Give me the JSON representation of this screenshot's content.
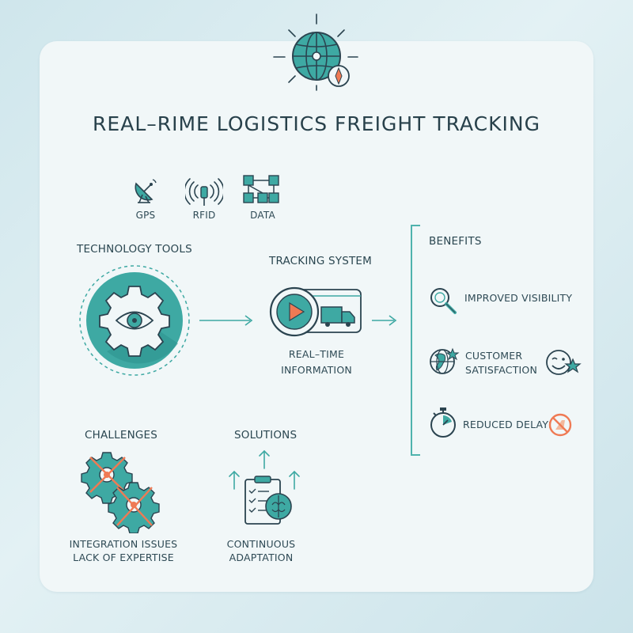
{
  "title": "REAL–RIME LOGISTICS FREIGHT TRACKING",
  "tech": {
    "items": [
      {
        "label": "GPS",
        "icon": "satellite-dish-icon"
      },
      {
        "label": "RFID",
        "icon": "rfid-signal-icon"
      },
      {
        "label": "DATA",
        "icon": "data-network-icon"
      }
    ],
    "heading": "TECHNOLOGY TOOLS"
  },
  "tracking": {
    "heading": "TRACKING SYSTEM",
    "caption_line1": "REAL–TIME",
    "caption_line2": "INFORMATION"
  },
  "benefits": {
    "heading": "BENEFITS",
    "items": [
      {
        "label": "IMPROVED VISIBILITY",
        "icon": "magnifier-icon"
      },
      {
        "label_line1": "CUSTOMER",
        "label_line2": "SATISFACTION",
        "icon": "globe-star-icon",
        "extra_icon": "smiley-star-icon"
      },
      {
        "label": "REDUCED DELAYS",
        "icon": "stopwatch-icon",
        "extra_icon": "no-delay-icon"
      }
    ]
  },
  "challenges": {
    "heading": "CHALLENGES",
    "line1": "INTEGRATION ISSUES",
    "line2": "LACK OF EXPERTISE"
  },
  "solutions": {
    "heading": "SOLUTIONS",
    "line1": "CONTINUOUS",
    "line2": "ADAPTATION"
  },
  "colors": {
    "teal": "#3ea9a3",
    "navy": "#2b4450",
    "orange": "#ef7a54",
    "background": "#f1f7f8"
  }
}
